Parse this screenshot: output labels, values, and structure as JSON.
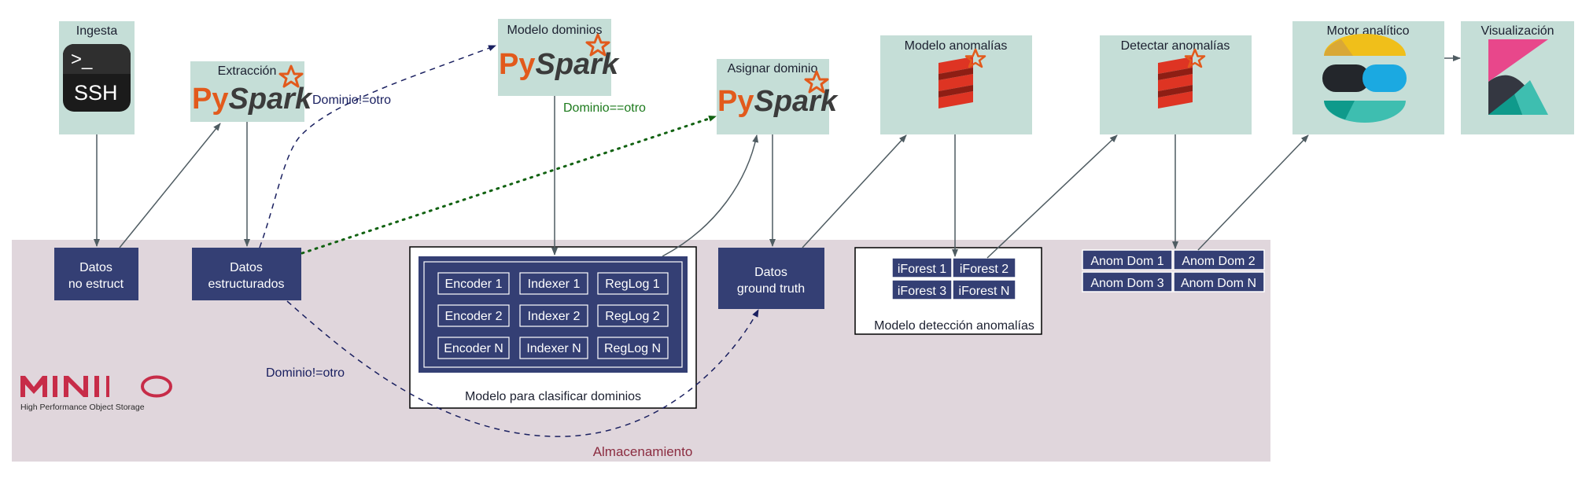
{
  "storage": {
    "label": "Almacenamiento",
    "minio_logo_text": "MINIO",
    "minio_tagline": "High Performance Object Storage"
  },
  "stages": {
    "ingesta": {
      "title": "Ingesta",
      "icon": "ssh-terminal-icon",
      "icon_text_top": ">_",
      "icon_text_bottom": "SSH"
    },
    "extraccion": {
      "title": "Extracción",
      "icon": "pyspark-logo",
      "logo_text_py": "Py",
      "logo_text_spark": "Spark"
    },
    "modelo_dominios": {
      "title": "Modelo dominios",
      "icon": "pyspark-logo",
      "logo_text_py": "Py",
      "logo_text_spark": "Spark"
    },
    "asignar_dominio": {
      "title": "Asignar dominio",
      "icon": "pyspark-logo",
      "logo_text_py": "Py",
      "logo_text_spark": "Spark"
    },
    "modelo_anomalias": {
      "title": "Modelo anomalías",
      "icon": "scala-logo"
    },
    "detectar_anomalias": {
      "title": "Detectar anomalías",
      "icon": "scala-logo"
    },
    "motor_analitico": {
      "title": "Motor analítico",
      "icon": "elasticsearch-logo"
    },
    "visualizacion": {
      "title": "Visualización",
      "icon": "kibana-logo"
    }
  },
  "data_nodes": {
    "no_estruct": {
      "line1": "Datos",
      "line2": "no estruct"
    },
    "estructurados": {
      "line1": "Datos",
      "line2": "estructurados"
    },
    "ground_truth": {
      "line1": "Datos",
      "line2": "ground truth"
    }
  },
  "domain_model": {
    "caption": "Modelo para clasificar dominios",
    "cells": [
      [
        "Encoder 1",
        "Indexer 1",
        "RegLog 1"
      ],
      [
        "Encoder 2",
        "Indexer 2",
        "RegLog 2"
      ],
      [
        "Encoder N",
        "Indexer N",
        "RegLog N"
      ]
    ]
  },
  "anomaly_model": {
    "caption": "Modelo detección anomalías",
    "cells": [
      [
        "iForest 1",
        "iForest 2"
      ],
      [
        "iForest 3",
        "iForest N"
      ]
    ]
  },
  "anomaly_results": {
    "cells": [
      [
        "Anom Dom 1",
        "Anom Dom 2"
      ],
      [
        "Anom Dom 3",
        "Anom Dom N"
      ]
    ]
  },
  "edge_labels": {
    "dominio_distinto_top": "Dominio!=otro",
    "dominio_igual": "Dominio==otro",
    "dominio_distinto_bottom": "Dominio!=otro"
  },
  "colors": {
    "stage_fill": "#c5ded7",
    "storage_fill": "#e0d6dc",
    "storage_label": "#8b2c40",
    "node_fill": "#343f74",
    "node_text": "#ffffff",
    "arrow": "#4f5c62",
    "dashed_arrow": "#1a2060",
    "dotted_arrow": "#126212",
    "dotted_label": "#1c7a1c",
    "minio_red": "#c72c48",
    "pyspark_orange": "#e25a1c",
    "scala_red": "#de3423",
    "text_dark": "#1c2030"
  }
}
